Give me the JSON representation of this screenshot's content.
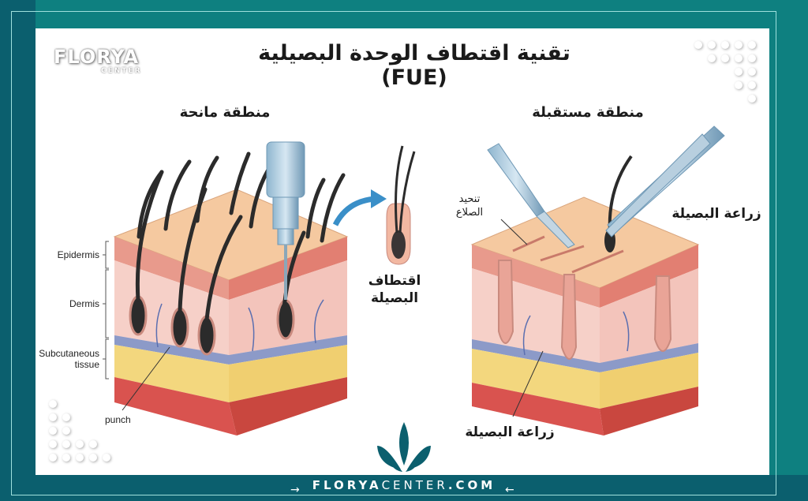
{
  "header": {
    "title": "تقنية اقتطاف الوحدة البصيلية (FUE)",
    "logo_main": "FLORYA",
    "logo_sub": "CENTER"
  },
  "donor": {
    "section_title": "منطقة مانحة",
    "extraction_label": "اقتطاف البصيلة",
    "extraction_line1": "اقتطاف",
    "extraction_line2": "البصيلة",
    "tool_label": "punch",
    "layers": [
      {
        "label": "Epidermis"
      },
      {
        "label": "Dermis"
      },
      {
        "label": "Subcutaneous tissue",
        "line1": "Subcutaneous",
        "line2": "tissue"
      }
    ]
  },
  "recipient": {
    "section_title": "منطقة مستقبلة",
    "incision_line1": "تنحيد",
    "incision_line2": "الصلاع",
    "implant_label_top": "زراعة البصيلة",
    "implant_label_bottom": "زراعة البصيلة"
  },
  "footer": {
    "brand_bold": "FLORYA",
    "brand_light": "CENTER",
    "brand_tld": ".COM",
    "arrow_left": "→",
    "arrow_right": "←"
  },
  "colors": {
    "frame_teal": "#0e8080",
    "frame_dark": "#0b5f6e",
    "skin_top": "#f5c9a0",
    "epidermis": "#e89a8c",
    "dermis": "#f6d0c8",
    "fat": "#f3d77e",
    "muscle": "#d9534f",
    "vein": "#5b6fb0",
    "hair": "#2b2b2b",
    "arrow_blue": "#3a8fc8"
  }
}
